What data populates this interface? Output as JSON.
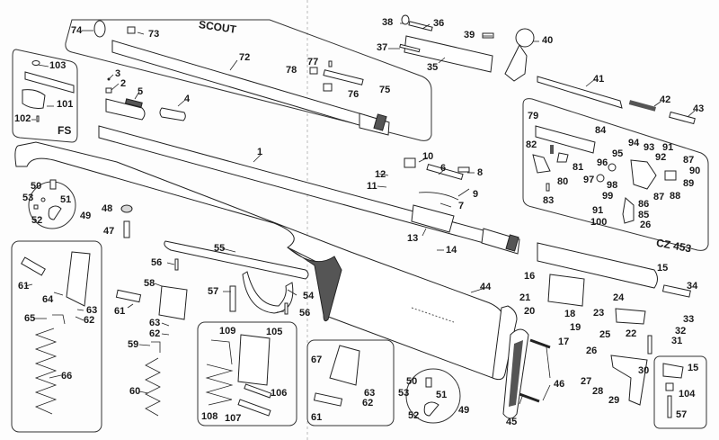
{
  "diagram": {
    "title": "CZ 453 rifle exploded parts diagram",
    "panels": {
      "scout": "SCOUT",
      "fs": "FS",
      "cz453": "CZ 453"
    },
    "parts": {
      "p1": "1",
      "p2": "2",
      "p3": "3",
      "p4": "4",
      "p5": "5",
      "p6": "6",
      "p7": "7",
      "p8": "8",
      "p9": "9",
      "p10": "10",
      "p11": "11",
      "p12": "12",
      "p13": "13",
      "p14": "14",
      "p15": "15",
      "p15b": "15",
      "p16": "16",
      "p17": "17",
      "p18": "18",
      "p19": "19",
      "p20": "20",
      "p21": "21",
      "p22": "22",
      "p23": "23",
      "p24": "24",
      "p25": "25",
      "p26": "26",
      "p26b": "26",
      "p27": "27",
      "p28": "28",
      "p29": "29",
      "p30": "30",
      "p31": "31",
      "p32": "32",
      "p33": "33",
      "p34": "34",
      "p35": "35",
      "p36": "36",
      "p37": "37",
      "p38": "38",
      "p39": "39",
      "p40": "40",
      "p41": "41",
      "p42": "42",
      "p43": "43",
      "p44": "44",
      "p45": "45",
      "p46": "46",
      "p47": "47",
      "p48": "48",
      "p49": "49",
      "p49b": "49",
      "p50": "50",
      "p50b": "50",
      "p51": "51",
      "p51b": "51",
      "p52": "52",
      "p52b": "52",
      "p53": "53",
      "p53b": "53",
      "p54": "54",
      "p55": "55",
      "p56": "56",
      "p56b": "56",
      "p57": "57",
      "p57b": "57",
      "p58": "58",
      "p59": "59",
      "p60": "60",
      "p61": "61",
      "p61b": "61",
      "p61c": "61",
      "p62": "62",
      "p62b": "62",
      "p62c": "62",
      "p63": "63",
      "p63b": "63",
      "p63c": "63",
      "p64": "64",
      "p65": "65",
      "p66": "66",
      "p67": "67",
      "p72": "72",
      "p73": "73",
      "p74": "74",
      "p75": "75",
      "p76": "76",
      "p77": "77",
      "p78": "78",
      "p79": "79",
      "p80": "80",
      "p81": "81",
      "p82": "82",
      "p83": "83",
      "p84": "84",
      "p85": "85",
      "p86": "86",
      "p87": "87",
      "p87b": "87",
      "p88": "88",
      "p89": "89",
      "p90": "90",
      "p91": "91",
      "p91b": "91",
      "p92": "92",
      "p93": "93",
      "p94": "94",
      "p95": "95",
      "p96": "96",
      "p97": "97",
      "p98": "98",
      "p99": "99",
      "p100": "100",
      "p101": "101",
      "p102": "102",
      "p103": "103",
      "p104": "104",
      "p105": "105",
      "p106": "106",
      "p107": "107",
      "p108": "108",
      "p109": "109"
    }
  }
}
